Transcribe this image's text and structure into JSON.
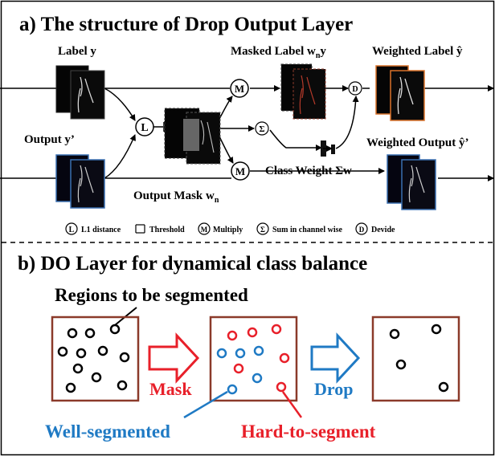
{
  "part_a": {
    "title": "a) The structure of Drop Output Layer",
    "label_y": "Label y",
    "output_y": "Output y’",
    "masked_label": {
      "base": "Masked Label w",
      "sub": "n",
      "tail": "y"
    },
    "weighted_label": "Weighted Label ŷ",
    "weighted_output": "Weighted Output ŷ’",
    "output_mask": {
      "base": "Output Mask w",
      "sub": "n"
    },
    "class_weight": "Class Weight Σw",
    "op_L": "L",
    "op_M": "M",
    "op_sum": "Σ",
    "op_D": "D",
    "legend": [
      {
        "symbol": "L",
        "text": "L1 distance"
      },
      {
        "symbol": "threshold",
        "text": "Threshold"
      },
      {
        "symbol": "M",
        "text": "Multiply"
      },
      {
        "symbol": "Σ",
        "text": "Sum in channel wise"
      },
      {
        "symbol": "D",
        "text": "Devide"
      }
    ]
  },
  "part_b": {
    "title": "b) DO Layer for dynamical class balance",
    "regions_label": "Regions to be segmented",
    "mask_label": "Mask",
    "drop_label": "Drop",
    "well_label": "Well-segmented",
    "hard_label": "Hard-to-segment"
  },
  "colors": {
    "box_border": "#8b3a2a",
    "red": "#e8202a",
    "blue": "#1f7ac4",
    "black": "#000000",
    "orange_border": "#d9722a",
    "blue_border": "#3a6fb0"
  }
}
